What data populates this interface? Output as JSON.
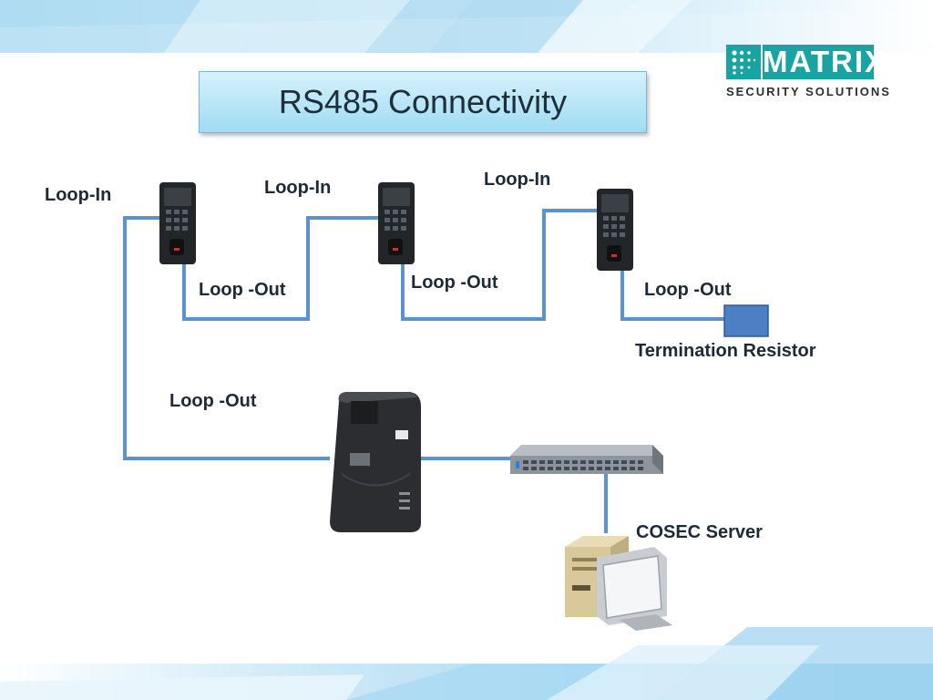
{
  "title": "RS485 Connectivity",
  "logo": {
    "name": "MATRIX",
    "tagline": "SECURITY SOLUTIONS"
  },
  "labels": {
    "loop_in_1": "Loop-In",
    "loop_in_2": "Loop-In",
    "loop_in_3": "Loop-In",
    "loop_out_1": "Loop -Out",
    "loop_out_2": "Loop -Out",
    "loop_out_3": "Loop -Out",
    "loop_out_controller": "Loop -Out",
    "termination_resistor": "Termination Resistor",
    "server": "COSEC Server"
  },
  "colors": {
    "wire": "#5b93d0",
    "resistor": "#4d7fc4",
    "title_bg": "#a8dff5",
    "brand": "#1aa3a3"
  }
}
